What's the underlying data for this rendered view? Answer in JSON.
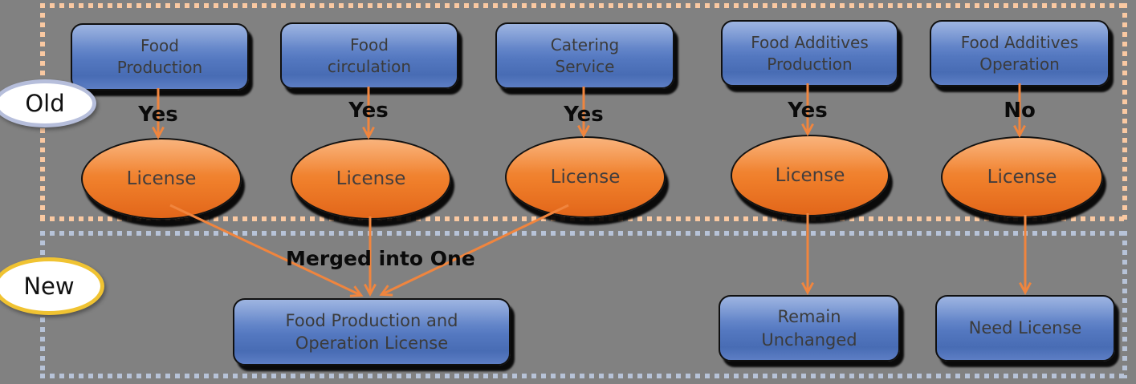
{
  "diagram": {
    "title_context": "Food license reform flow: old licenses vs new licenses",
    "sections": {
      "old": {
        "label": "Old"
      },
      "new": {
        "label": "New"
      }
    },
    "merge_caption": "Merged into One",
    "old_items": [
      {
        "box": "Food\nProduction",
        "decision": "Yes",
        "result": "License"
      },
      {
        "box": "Food\ncirculation",
        "decision": "Yes",
        "result": "License"
      },
      {
        "box": "Catering\nService",
        "decision": "Yes",
        "result": "License"
      },
      {
        "box": "Food Additives\nProduction",
        "decision": "Yes",
        "result": "License"
      },
      {
        "box": "Food Additives\nOperation",
        "decision": "No",
        "result": "License"
      }
    ],
    "new_items": [
      {
        "box": "Food Production and\nOperation License"
      },
      {
        "box": "Remain\nUnchanged"
      },
      {
        "box": "Need License"
      }
    ],
    "colors": {
      "background": "#818181",
      "old_section_border": "#fac9a2",
      "new_section_border": "#b7c3d8",
      "arrow": "#f0853e",
      "box_fill_top": "#7394d4",
      "box_fill_bottom": "#486cb4",
      "ellipse_fill_top": "#f79a50",
      "ellipse_fill_bottom": "#e2661a",
      "old_oval_border": "#b6bedb",
      "new_oval_border": "#f0c332",
      "node_text": "#3b3b3b",
      "label_text": "#0a0a0a"
    }
  }
}
